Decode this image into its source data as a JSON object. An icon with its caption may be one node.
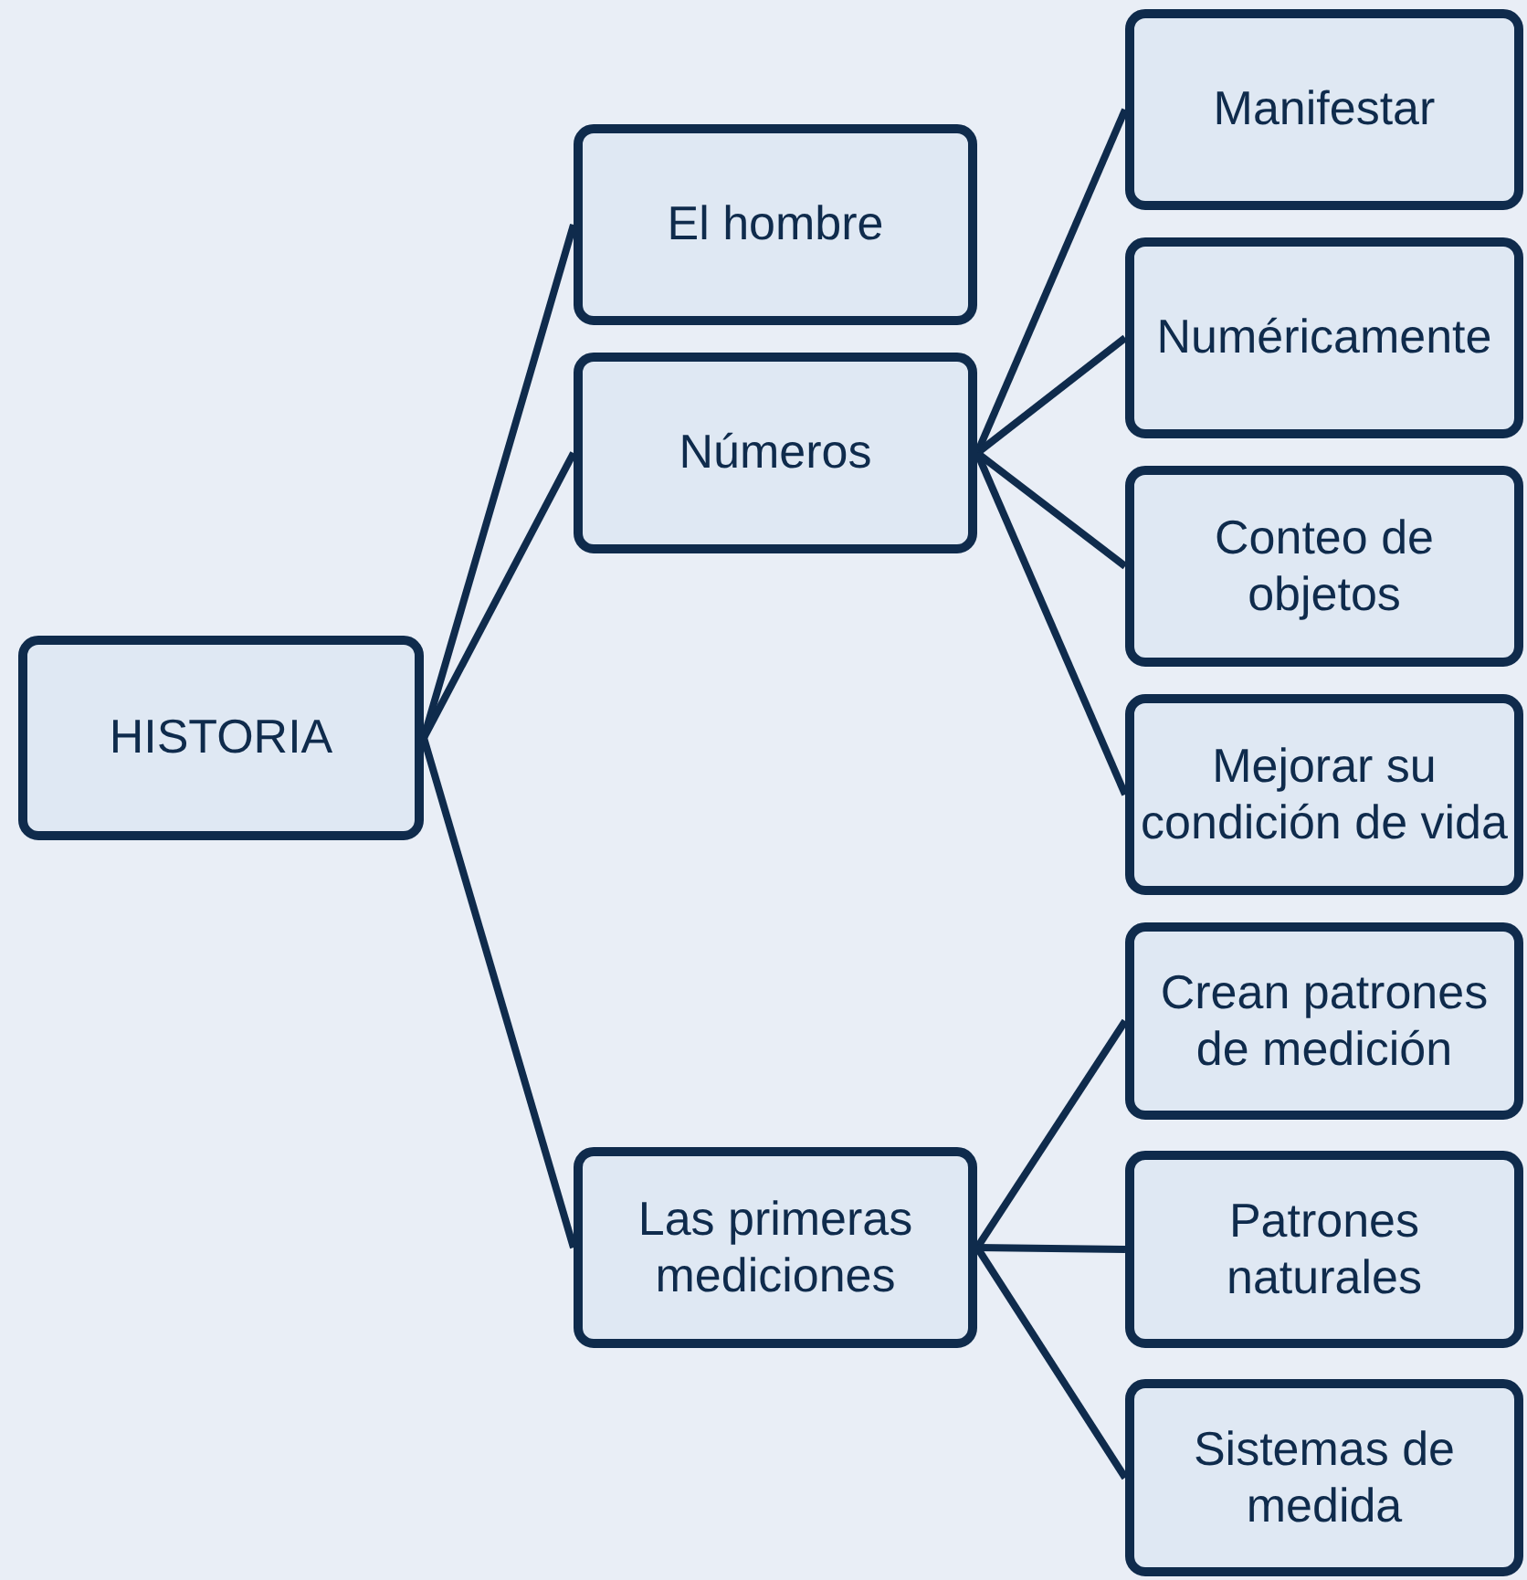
{
  "diagram": {
    "nodes": [
      {
        "text": [
          "HISTORIA"
        ]
      },
      {
        "text": [
          "El hombre"
        ]
      },
      {
        "text": [
          "Números"
        ]
      },
      {
        "text": [
          "Las primeras mediciones"
        ]
      },
      {
        "text": [
          "Manifestar"
        ]
      },
      {
        "text": [
          "Numéricamente"
        ]
      },
      {
        "text": [
          "Conteo de objetos"
        ]
      },
      {
        "text": [
          "Mejorar su condición de vida"
        ]
      },
      {
        "text": [
          "Crean patrones de medición"
        ]
      },
      {
        "text": [
          "Patrones naturales"
        ]
      },
      {
        "text": [
          "Sistemas de medida"
        ]
      }
    ],
    "edges": [
      {
        "from": 0,
        "to": 1,
        "arrow": "none"
      },
      {
        "from": 0,
        "to": 2,
        "arrow": "none"
      },
      {
        "from": 0,
        "to": 3,
        "arrow": "none"
      },
      {
        "from": 2,
        "to": 4,
        "arrow": "none"
      },
      {
        "from": 2,
        "to": 5,
        "arrow": "none"
      },
      {
        "from": 2,
        "to": 6,
        "arrow": "none"
      },
      {
        "from": 2,
        "to": 7,
        "arrow": "none"
      },
      {
        "from": 3,
        "to": 8,
        "arrow": "none"
      },
      {
        "from": 3,
        "to": 9,
        "arrow": "none"
      },
      {
        "from": 3,
        "to": 10,
        "arrow": "none"
      }
    ]
  }
}
